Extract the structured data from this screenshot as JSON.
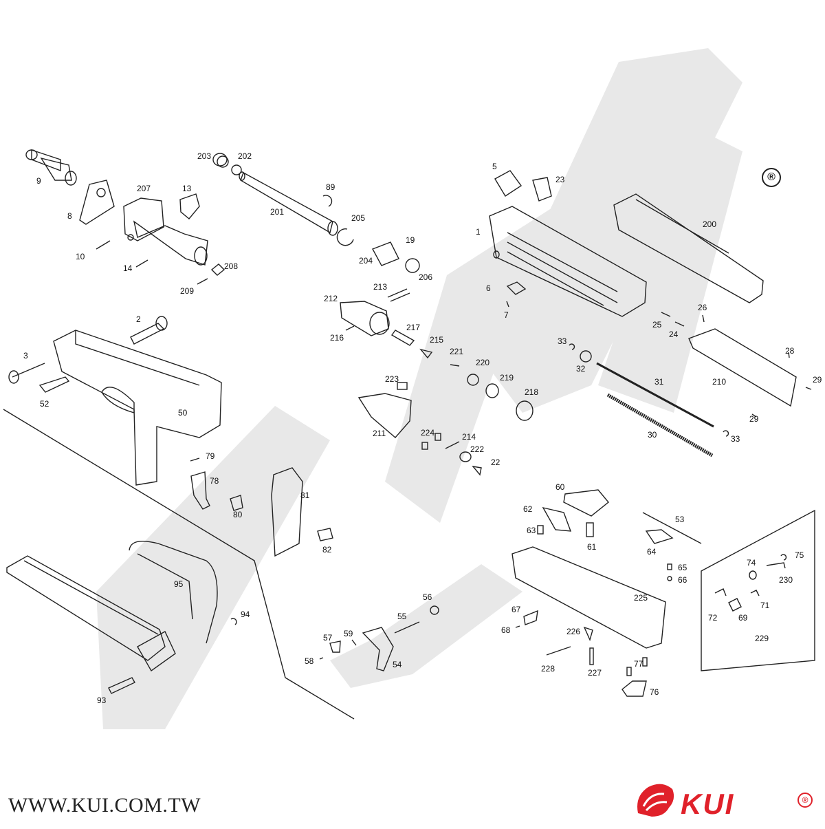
{
  "diagram": {
    "labels": {
      "p1": "1",
      "p2": "2",
      "p3": "3",
      "p5": "5",
      "p6": "6",
      "p7": "7",
      "p8": "8",
      "p9": "9",
      "p10": "10",
      "p13": "13",
      "p14": "14",
      "p19": "19",
      "p22": "22",
      "p23": "23",
      "p24": "24",
      "p25": "25",
      "p26": "26",
      "p28": "28",
      "p29a": "29",
      "p29b": "29",
      "p30": "30",
      "p31": "31",
      "p32": "32",
      "p33a": "33",
      "p33b": "33",
      "p50": "50",
      "p52": "52",
      "p53": "53",
      "p54": "54",
      "p55": "55",
      "p56": "56",
      "p57": "57",
      "p58": "58",
      "p59": "59",
      "p60": "60",
      "p61": "61",
      "p62": "62",
      "p63": "63",
      "p64": "64",
      "p65": "65",
      "p66": "66",
      "p67": "67",
      "p68": "68",
      "p69": "69",
      "p71": "71",
      "p72": "72",
      "p74": "74",
      "p75": "75",
      "p76": "76",
      "p77": "77",
      "p78": "78",
      "p79": "79",
      "p80": "80",
      "p81": "81",
      "p82": "82",
      "p89": "89",
      "p93": "93",
      "p94": "94",
      "p95": "95",
      "p200": "200",
      "p201": "201",
      "p202": "202",
      "p203": "203",
      "p204": "204",
      "p205": "205",
      "p206": "206",
      "p207": "207",
      "p208": "208",
      "p209": "209",
      "p210": "210",
      "p211": "211",
      "p212": "212",
      "p213": "213",
      "p214": "214",
      "p215": "215",
      "p216": "216",
      "p217": "217",
      "p218": "218",
      "p219": "219",
      "p220": "220",
      "p221": "221",
      "p222": "222",
      "p223": "223",
      "p224": "224",
      "p225": "225",
      "p226": "226",
      "p227": "227",
      "p228": "228",
      "p229": "229",
      "p230": "230"
    }
  },
  "registered_mark": "®",
  "footer": {
    "website": "WWW.KUI.COM.TW",
    "brand": "KUI",
    "brand_reg": "®"
  },
  "colors": {
    "line": "#222222",
    "watermark": "#e6e6e6",
    "brand_red": "#e0212a"
  }
}
